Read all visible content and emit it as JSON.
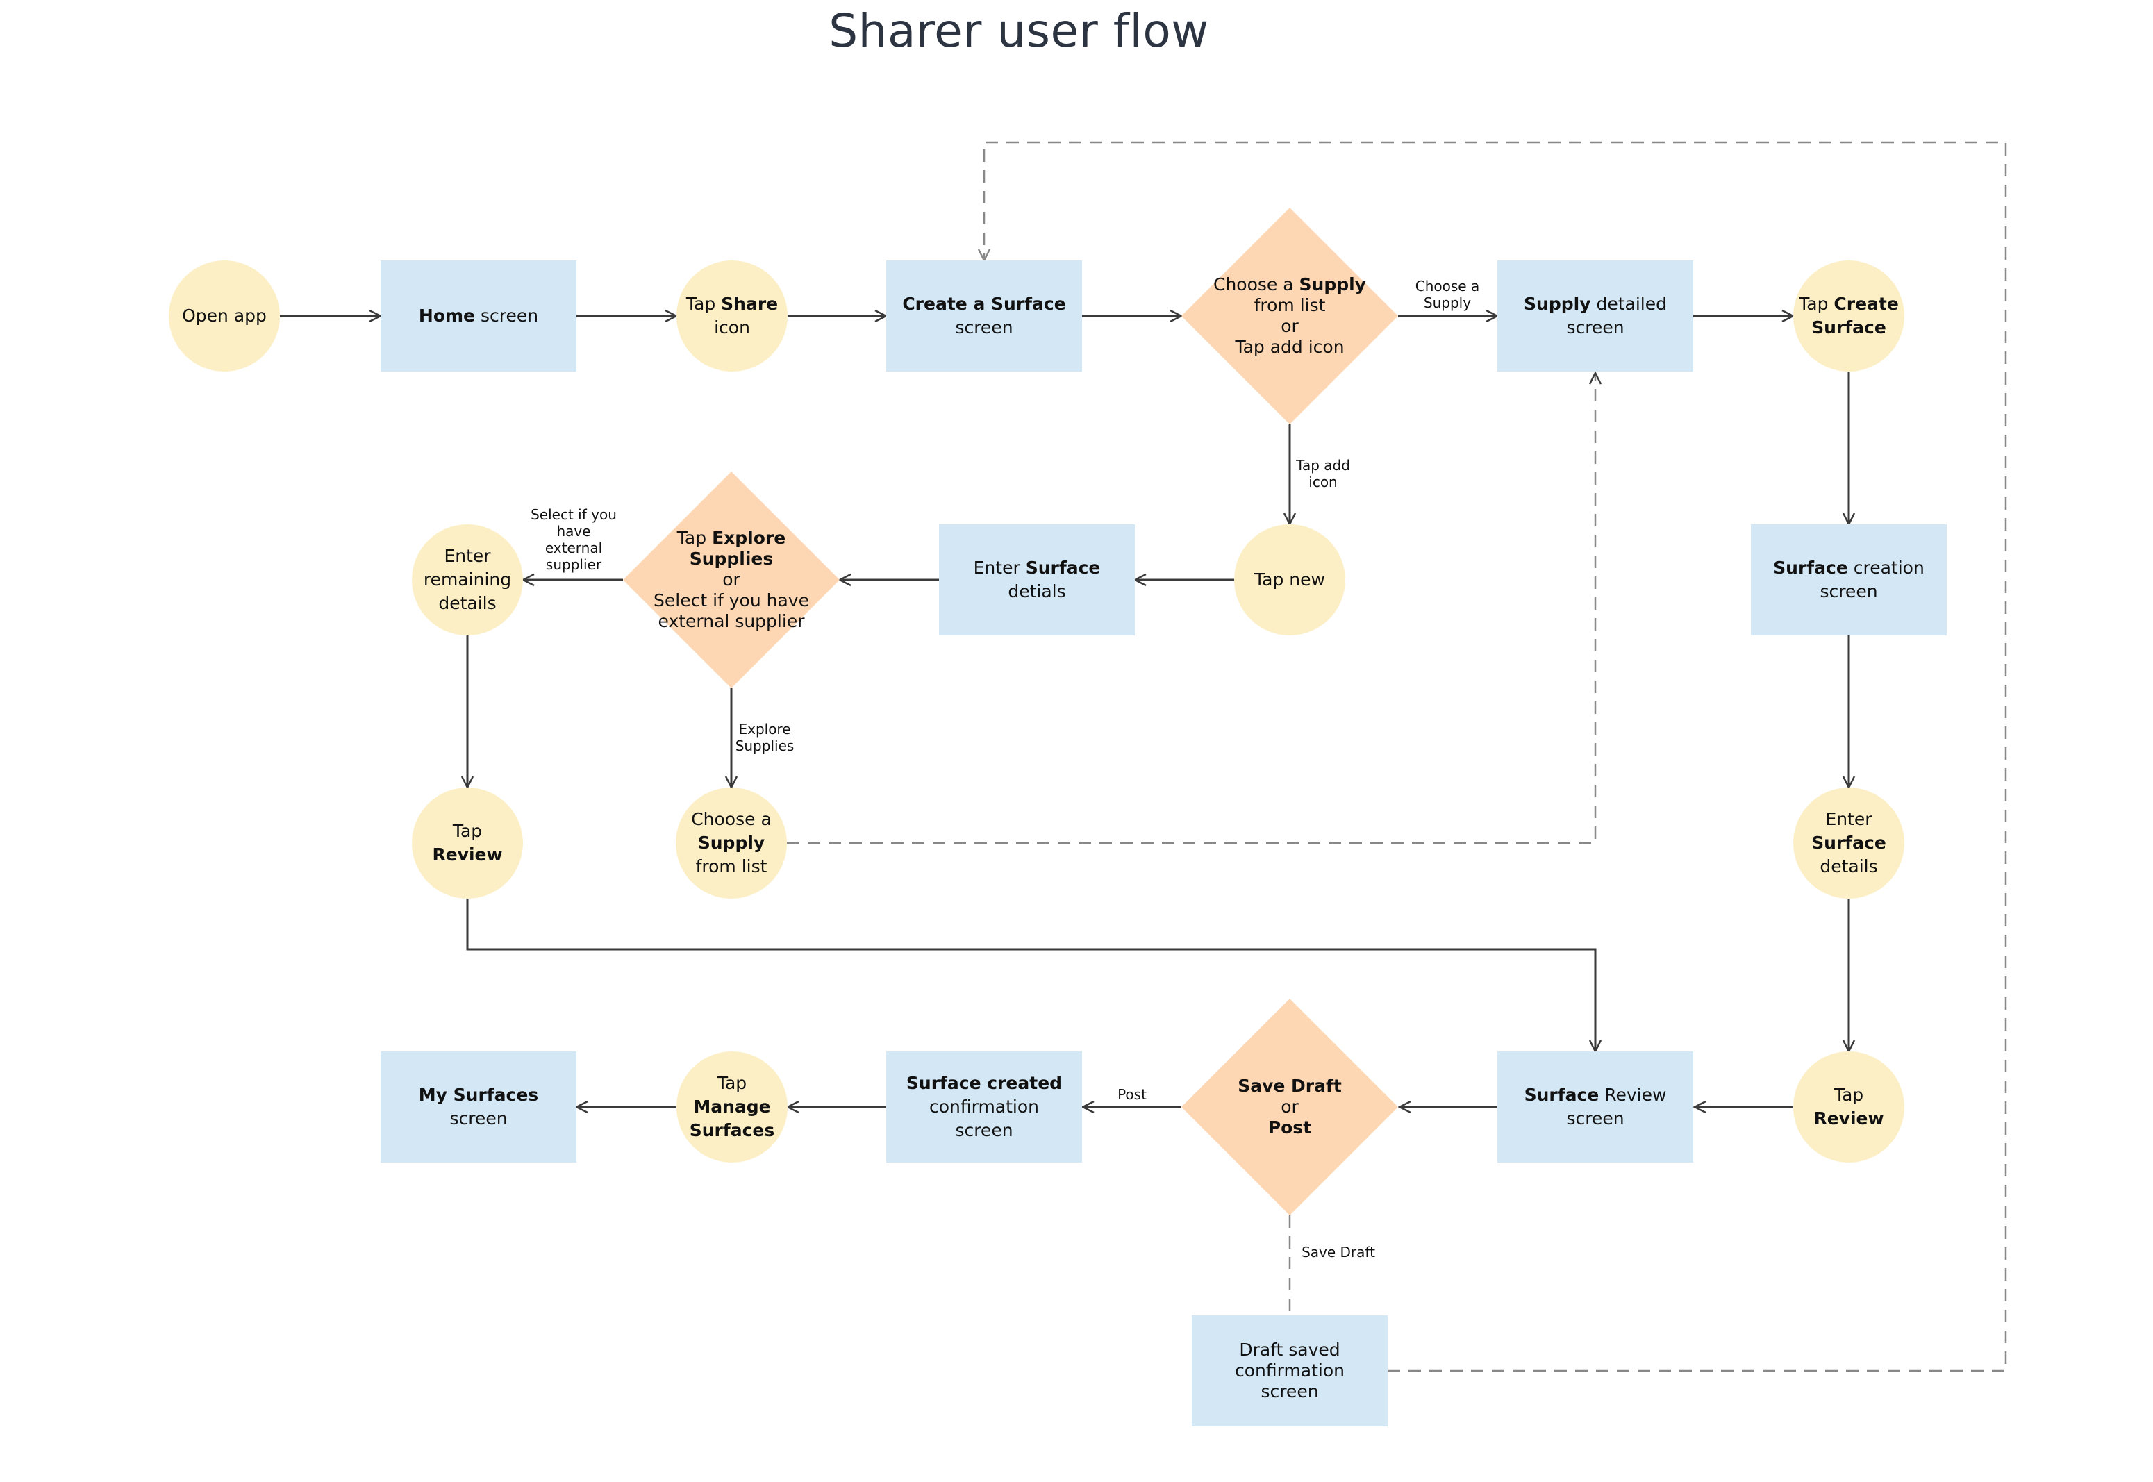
{
  "title": "Sharer user flow",
  "nodes": {
    "open_app": "Open app",
    "home_b": "Home",
    "home_t": " screen",
    "tap_share_1": "Tap ",
    "tap_share_b": "Share",
    "tap_share_2": "icon",
    "create_surface_b": "Create a Surface",
    "create_surface_t": "screen",
    "choose_supply_1": "Choose a ",
    "choose_supply_b": "Supply",
    "choose_supply_2": "from list",
    "choose_supply_3": "or",
    "choose_supply_4": "Tap add icon",
    "supply_detail_b": "Supply",
    "supply_detail_1": " detailed",
    "supply_detail_2": "screen",
    "tap_create_1": "Tap ",
    "tap_create_b1": "Create",
    "tap_create_b2": "Surface",
    "tap_new": "Tap new",
    "enter_surface_1": "Enter ",
    "enter_surface_b": "Surface",
    "enter_surface_2": "detials",
    "explore_1": "Tap ",
    "explore_b1": "Explore",
    "explore_b2": "Supplies",
    "explore_2": "or",
    "explore_3": "Select if you have",
    "explore_4": "external supplier",
    "enter_remaining_1": "Enter",
    "enter_remaining_2": "remaining",
    "enter_remaining_3": "details",
    "surface_creation_b": "Surface",
    "surface_creation_1": " creation",
    "surface_creation_2": "screen",
    "tap_review_left_1": "Tap",
    "tap_review_left_b": "Review",
    "choose_list_1": "Choose a",
    "choose_list_b": "Supply",
    "choose_list_2": "from list",
    "enter_details_1": "Enter",
    "enter_details_b": "Surface",
    "enter_details_2": "details",
    "my_surfaces_b": "My Surfaces",
    "my_surfaces_t": "screen",
    "tap_manage_1": "Tap",
    "tap_manage_b1": "Manage",
    "tap_manage_b2": "Surfaces",
    "created_b": "Surface created",
    "created_1": "confirmation",
    "created_2": "screen",
    "save_post_b1": "Save Draft",
    "save_post_1": "or",
    "save_post_b2": "Post",
    "review_screen_b": "Surface",
    "review_screen_1": " Review",
    "review_screen_2": "screen",
    "tap_review_right_1": "Tap",
    "tap_review_right_b": "Review",
    "draft_1": "Draft saved",
    "draft_2": "confirmation",
    "draft_3": "screen"
  },
  "edge_labels": {
    "choose_a_supply_1": "Choose a",
    "choose_a_supply_2": "Supply",
    "tap_add_icon_1": "Tap add",
    "tap_add_icon_2": "icon",
    "select_external_1": "Select if you",
    "select_external_2": "have",
    "select_external_3": "external",
    "select_external_4": "supplier",
    "explore_supplies_1": "Explore",
    "explore_supplies_2": "Supplies",
    "post": "Post",
    "save_draft": "Save Draft"
  },
  "colors": {
    "action_circle": "#fcefc6",
    "screen_rect": "#d3e7f4",
    "decision_diamond": "#fdd7b3",
    "connector": "#3a3a3a",
    "dashed_connector": "#888888",
    "title": "#2b3440"
  }
}
